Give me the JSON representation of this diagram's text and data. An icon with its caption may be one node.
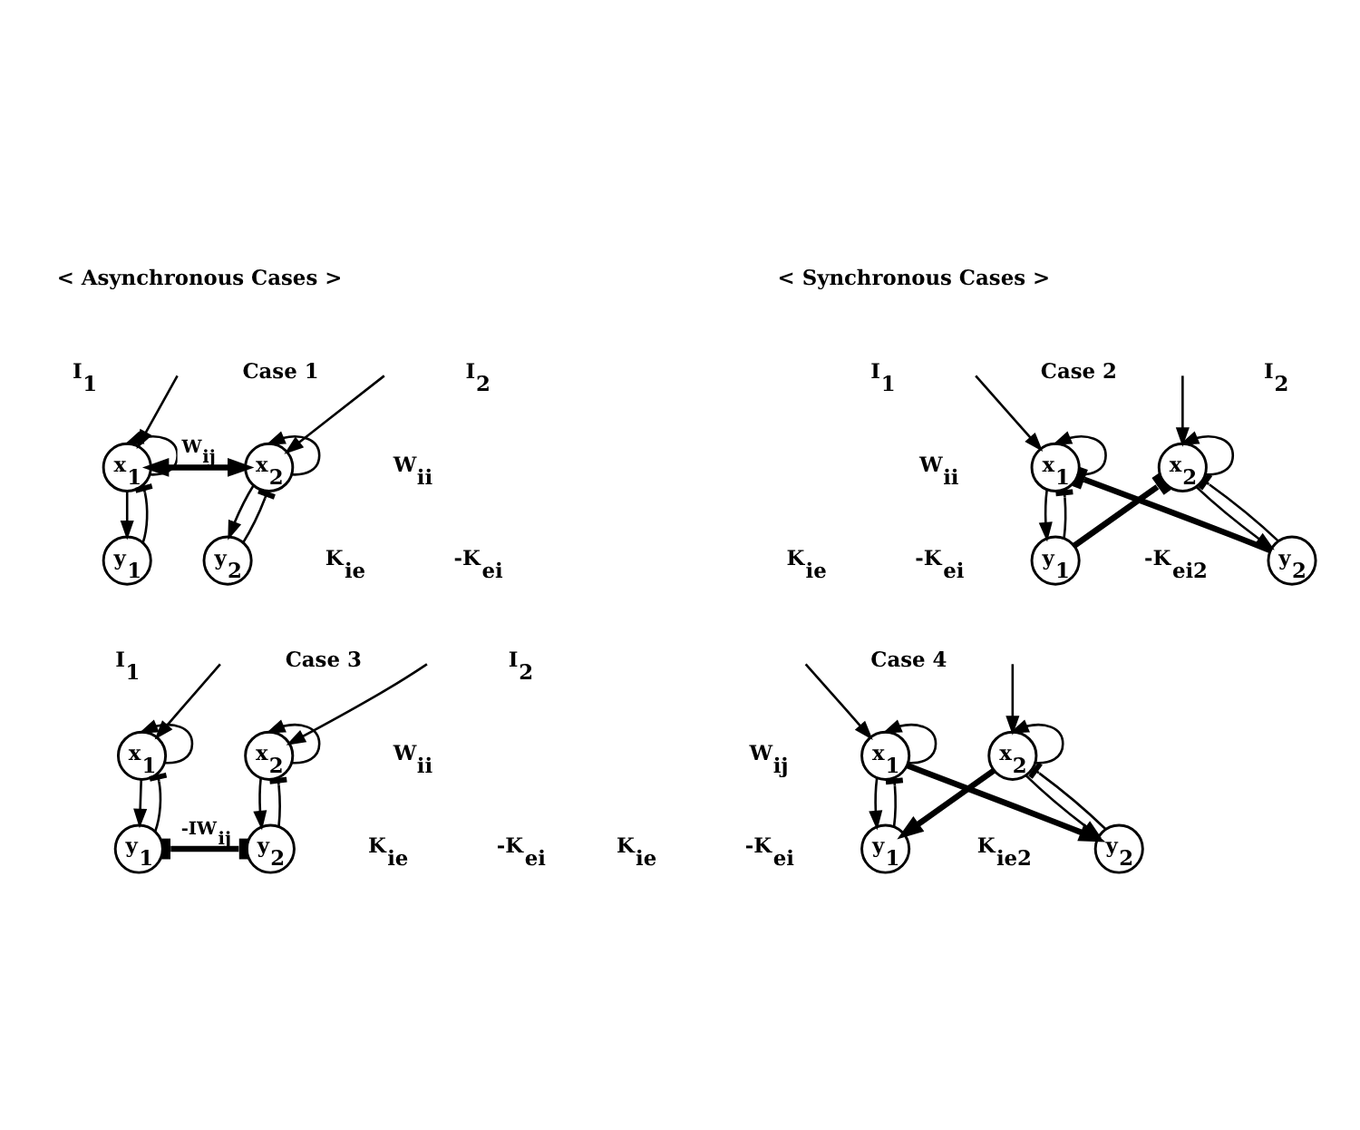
{
  "diagram": {
    "nodes": [
      {
        "text": [
          "x$_{1}$"
        ]
      },
      {
        "text": [
          "x$_{2}$"
        ]
      },
      {
        "text": [
          "y$_{1}$"
        ]
      },
      {
        "text": [
          "y$_{2}$"
        ]
      },
      {
        "text": [
          "x$_{1}$"
        ]
      },
      {
        "text": [
          "x$_{2}$"
        ]
      },
      {
        "text": [
          "y$_{1}$"
        ]
      },
      {
        "text": [
          "y$_{2}$"
        ]
      },
      {
        "text": [
          "x$_{1}$"
        ]
      },
      {
        "text": [
          "x$_{2}$"
        ]
      },
      {
        "text": [
          "y$_{1}$"
        ]
      },
      {
        "text": [
          "y$_{2}$"
        ]
      },
      {
        "text": [
          "x$_{1}$"
        ]
      },
      {
        "text": [
          "x$_{2}$"
        ]
      },
      {
        "text": [
          "y$_{1}$"
        ]
      },
      {
        "text": [
          "y$_{2}$"
        ]
      }
    ],
    "edges": [
      {
        "from": null,
        "to": 0,
        "arrow": "to"
      },
      {
        "from": null,
        "to": 1,
        "arrow": "to"
      },
      {
        "from": 0,
        "to": 0,
        "arrow": "to"
      },
      {
        "from": 1,
        "to": 1,
        "arrow": "to"
      },
      {
        "from": 0,
        "to": 1,
        "arrow": "both",
        "style": "thick",
        "label": "W$_{ij}$"
      },
      {
        "from": 0,
        "to": 2,
        "arrow": "to"
      },
      {
        "from": 2,
        "to": 0,
        "arrow": "other"
      },
      {
        "from": 1,
        "to": 3,
        "arrow": "to"
      },
      {
        "from": 3,
        "to": 1,
        "arrow": "other"
      },
      {
        "from": null,
        "to": 4,
        "arrow": "to"
      },
      {
        "from": null,
        "to": 5,
        "arrow": "to"
      },
      {
        "from": 4,
        "to": 4,
        "arrow": "to"
      },
      {
        "from": 5,
        "to": 5,
        "arrow": "to"
      },
      {
        "from": 4,
        "to": 6,
        "arrow": "to"
      },
      {
        "from": 6,
        "to": 4,
        "arrow": "other"
      },
      {
        "from": 5,
        "to": 7,
        "arrow": "to"
      },
      {
        "from": 7,
        "to": 5,
        "arrow": "other"
      },
      {
        "from": 6,
        "to": 5,
        "arrow": "other",
        "style": "thick"
      },
      {
        "from": 7,
        "to": 4,
        "arrow": "other",
        "style": "thick"
      },
      {
        "from": null,
        "to": 8,
        "arrow": "to"
      },
      {
        "from": null,
        "to": 9,
        "arrow": "to"
      },
      {
        "from": 8,
        "to": 8,
        "arrow": "to"
      },
      {
        "from": 9,
        "to": 9,
        "arrow": "to"
      },
      {
        "from": 8,
        "to": 10,
        "arrow": "to"
      },
      {
        "from": 10,
        "to": 8,
        "arrow": "other"
      },
      {
        "from": 9,
        "to": 11,
        "arrow": "to"
      },
      {
        "from": 11,
        "to": 9,
        "arrow": "other"
      },
      {
        "from": 10,
        "to": 11,
        "arrow": "other",
        "style": "thick",
        "label": "-IW$_{ij}$"
      },
      {
        "from": null,
        "to": 12,
        "arrow": "to"
      },
      {
        "from": null,
        "to": 13,
        "arrow": "to"
      },
      {
        "from": 12,
        "to": 12,
        "arrow": "to"
      },
      {
        "from": 13,
        "to": 13,
        "arrow": "to"
      },
      {
        "from": 12,
        "to": 14,
        "arrow": "to"
      },
      {
        "from": 14,
        "to": 12,
        "arrow": "other"
      },
      {
        "from": 13,
        "to": 15,
        "arrow": "to"
      },
      {
        "from": 15,
        "to": 13,
        "arrow": "other"
      },
      {
        "from": 12,
        "to": 15,
        "arrow": "to",
        "style": "thick"
      },
      {
        "from": 13,
        "to": 14,
        "arrow": "to",
        "style": "thick"
      }
    ],
    "labels": [
      "< Asynchronous Cases >",
      "< Synchronous Cases >",
      "I$_{1}$",
      "Case 1",
      "I$_{2}$",
      "W$_{ii}$",
      "-K$_{ei}$",
      "K$_{ie}$",
      "I$_{1}$",
      "Case 2",
      "I$_{2}$",
      "W$_{ii}$",
      "-K$_{ei}$",
      "K$_{ie}$",
      "-K$_{ei2}$",
      "I$_{1}$",
      "Case 3",
      "I$_{2}$",
      "W$_{ii}$",
      "-K$_{ei}$",
      "K$_{ie}$",
      "Case 4",
      "W$_{ij}$",
      "-K$_{ei}$",
      "K$_{ie}$",
      "K$_{ie2}$"
    ]
  }
}
